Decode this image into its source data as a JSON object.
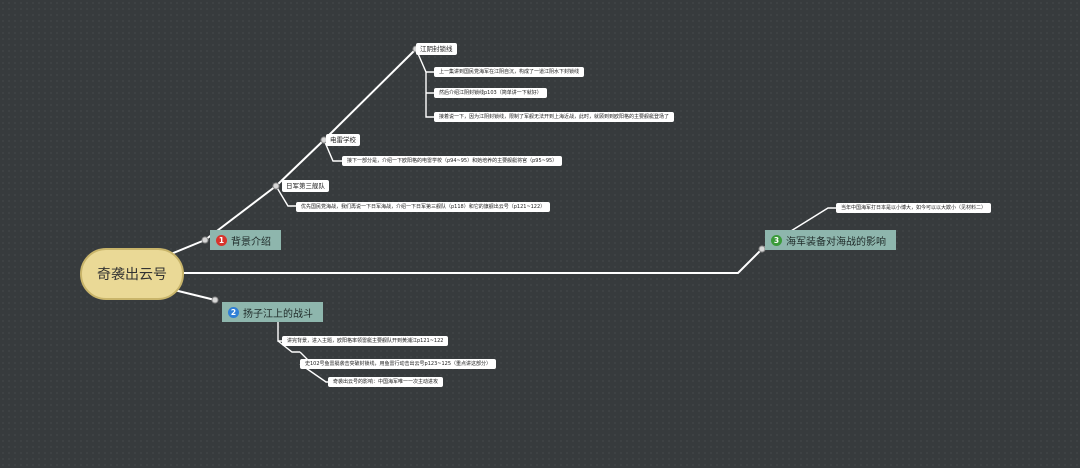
{
  "root": {
    "label": "奇袭出云号"
  },
  "branches": {
    "background": {
      "badge": "1",
      "badge_color": "#d8342c",
      "label": "背景介绍",
      "sub_third_fleet": "日军第三舰队",
      "sub_third_fleet_note": "优先国民党海战，我们再说一下日军海战，介绍一下日军第三舰队（p118）和它的旗舰出云号（p121~122）",
      "sub_torpedo_school": "电雷学校",
      "sub_torpedo_school_note": "接下一部分是，介绍一下欧阳格的电雷学校（p94~95）和她培养的主要舰艇将官（p95~95）",
      "sub_jiangyin": "江阴封锁线",
      "jiangyin_notes": [
        "上一集讲到国民党海军在江阴自沉，构成了一道江阴水下封锁线",
        "然后介绍江阴封锁线p103（简单讲一下就好）",
        "接着说一下，因为江阴封锁线，限制了军舰无法开到上海近战，此时，就顾到到欧阳格的主要舰艇登场了"
      ]
    },
    "yangtze": {
      "badge": "2",
      "badge_color": "#2f7fd6",
      "label": "扬子江上的战斗",
      "notes": [
        "讲完背景，进入主题，欧阳格率领雷艇主要舰队开到黄浦江p121~122",
        "史102号鱼雷艇袭击突破封锁线，用鱼雷行动击出云号p123~125（重点讲这部分）",
        "奇袭出云号的影响：中国海军唯一一次主动进攻"
      ]
    },
    "impact": {
      "badge": "3",
      "badge_color": "#3a9b3a",
      "label": "海军装备对海战的影响",
      "note": "当年中国海军打日本是以小博大，如今可以以大欺小（见材料二）"
    }
  }
}
